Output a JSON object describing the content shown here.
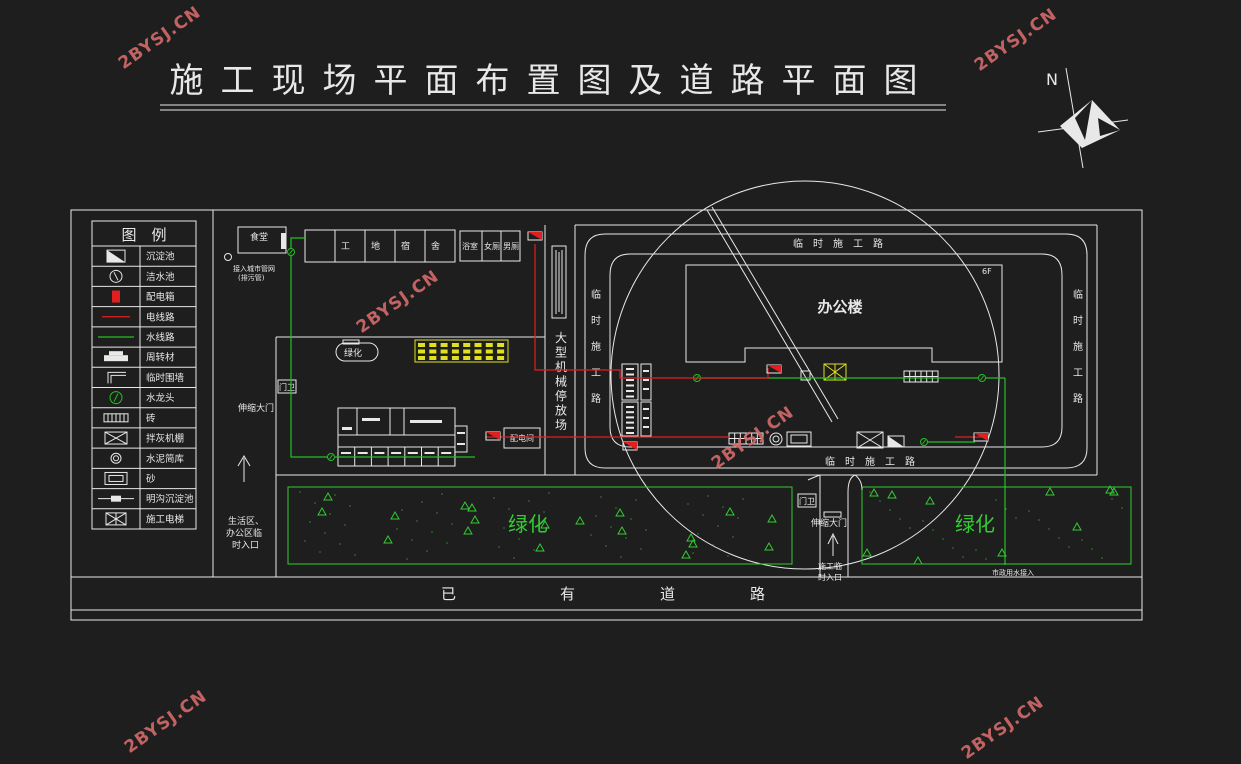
{
  "title": "施工现场平面布置图及道路平面图",
  "compass": {
    "north_label": "N"
  },
  "watermark": "2BYSJ.CN",
  "legend": {
    "header": "图　例",
    "items": [
      {
        "key": "sediment-tank",
        "label": "沉淀池"
      },
      {
        "key": "clean-water-tank",
        "label": "洁水池"
      },
      {
        "key": "distribution-box",
        "label": "配电箱"
      },
      {
        "key": "power-line",
        "label": "电线路"
      },
      {
        "key": "water-line",
        "label": "水线路"
      },
      {
        "key": "turnover-material",
        "label": "周转材"
      },
      {
        "key": "temp-fence",
        "label": "临时围墙"
      },
      {
        "key": "faucet",
        "label": "水龙头"
      },
      {
        "key": "brick",
        "label": "砖"
      },
      {
        "key": "mixer-shed",
        "label": "拌灰机棚"
      },
      {
        "key": "cement-store",
        "label": "水泥简库"
      },
      {
        "key": "sand",
        "label": "砂"
      },
      {
        "key": "open-ditch",
        "label": "明沟沉淀池"
      },
      {
        "key": "construction-lift",
        "label": "施工电梯"
      }
    ]
  },
  "labels": {
    "canteen": "食堂",
    "sewer_note_1": "接入城市管网",
    "sewer_note_2": "(排污管)",
    "dorm": [
      "工",
      "地",
      "宿",
      "舍"
    ],
    "bath": "浴室",
    "wc_f": "女厕",
    "wc_m": "男厕",
    "greening_small": "绿化",
    "gate_guard": "门卫",
    "telescopic_gate": "伸缩大门",
    "machine_yard": "大型机械停放场",
    "power_room": "配电间",
    "road_top": "临　时　施　工　路",
    "road_bottom": "临　时　施　工　路",
    "road_side": "临时施工路",
    "office": "办公楼",
    "office_floors": "6F",
    "living_entry_1": "生活区、",
    "living_entry_2": "办公区临",
    "living_entry_3": "时入口",
    "greening": "绿化",
    "construction_entry_1": "施工临",
    "construction_entry_2": "时入口",
    "municipal_water": "市政用水接入",
    "existing_road": [
      "已",
      "有",
      "道",
      "路"
    ]
  },
  "colors": {
    "background": "#1e1e1e",
    "line": "#e8e8e8",
    "water": "#22c022",
    "power": "#e02020",
    "green": "#33cc33",
    "material": "#e0e020",
    "watermark": "#d46a6a"
  }
}
